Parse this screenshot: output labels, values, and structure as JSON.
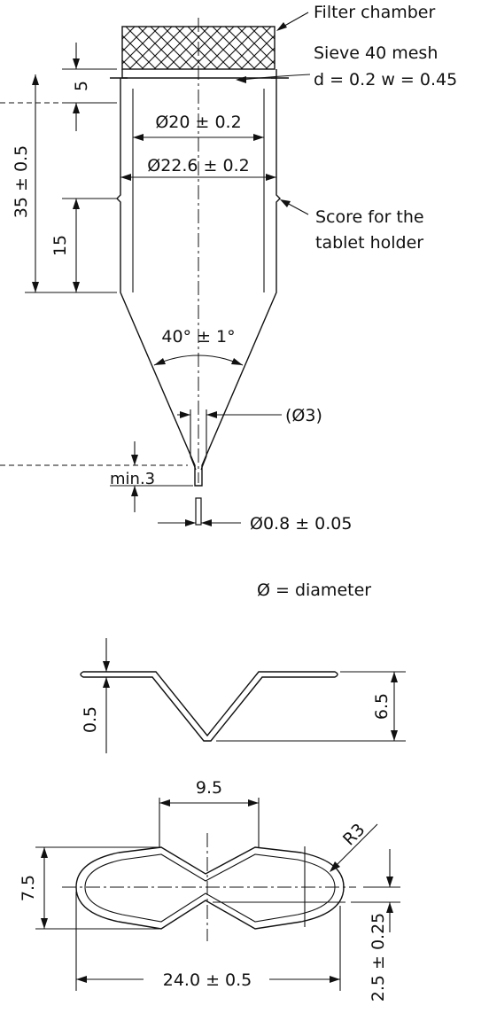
{
  "labels": {
    "filter_chamber": "Filter chamber",
    "sieve_line1": "Sieve 40 mesh",
    "sieve_line2": "d = 0.2    w = 0.45",
    "dim_5": "5",
    "dim_35": "35 ± 0.5",
    "dim_15": "15",
    "dia_20": "Ø20 ± 0.2",
    "dia_22_6": "Ø22.6 ± 0.2",
    "score_line1": "Score for the",
    "score_line2": "tablet holder",
    "angle_40": "40° ± 1°",
    "bore_3": "(Ø3)",
    "min_3": "min.3",
    "tip_dia": "Ø0.8 ± 0.05",
    "legend": "Ø = diameter",
    "thickness": "0.5",
    "height_6_5": "6.5",
    "width_9_5": "9.5",
    "height_7_5": "7.5",
    "radius": "R3",
    "length_24": "24.0 ± 0.5",
    "offset_2_5": "2.5 ± 0.25"
  }
}
